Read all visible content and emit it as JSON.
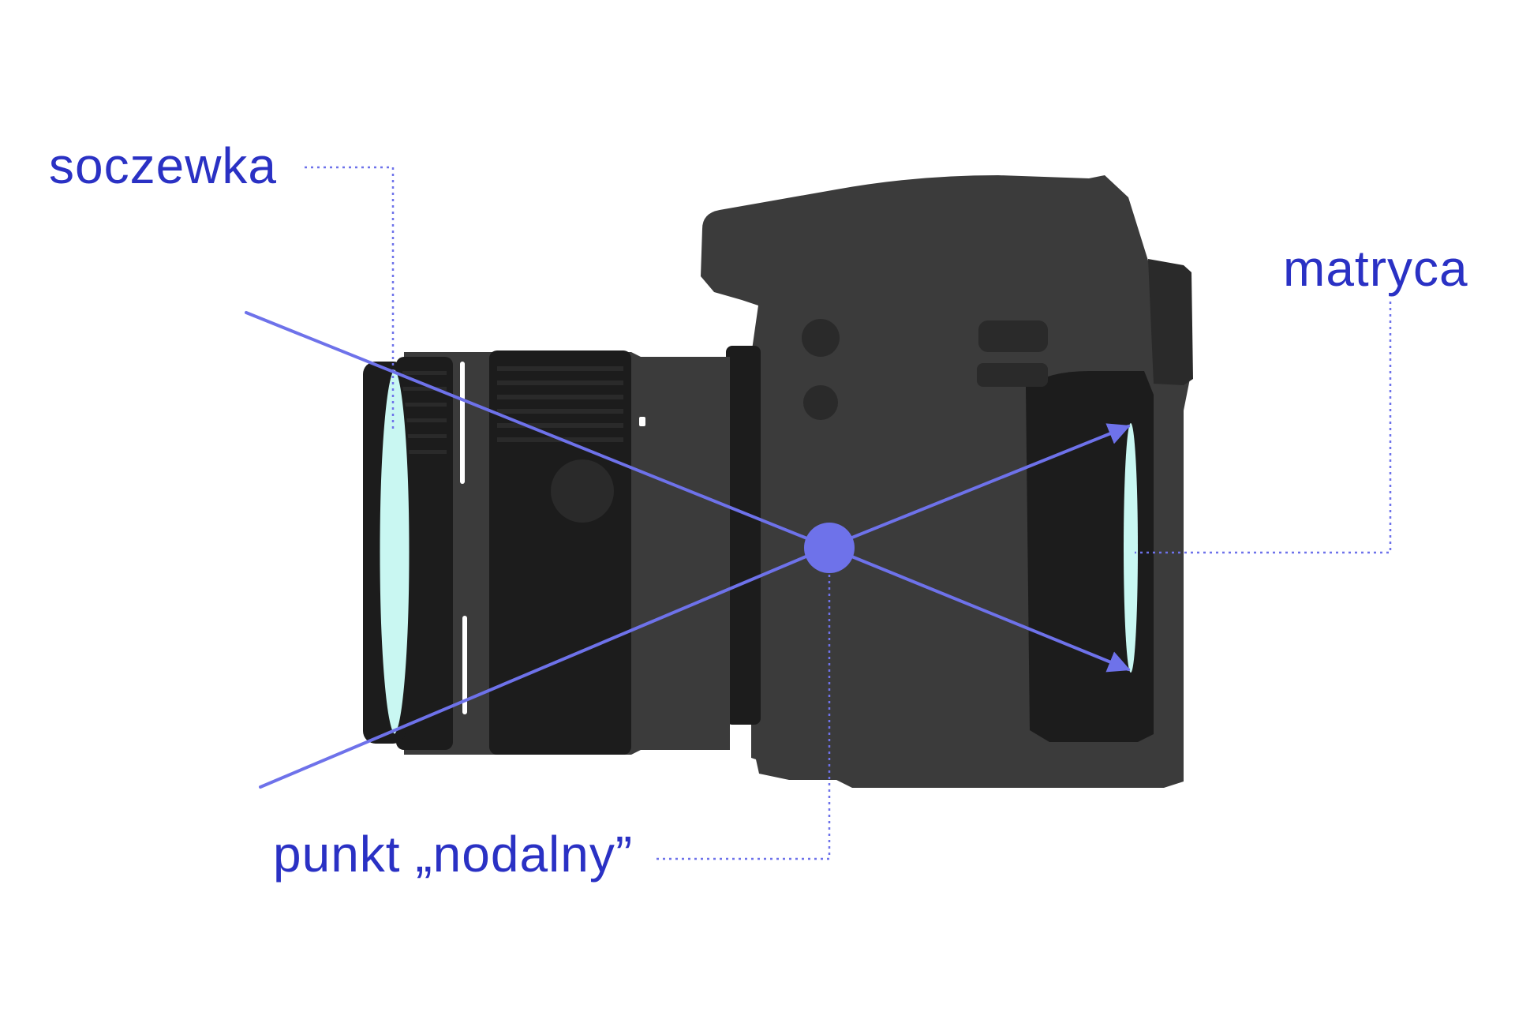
{
  "labels": {
    "lens": "soczewka",
    "sensor": "matryca",
    "nodal_point": "punkt „nodalny”"
  },
  "colors": {
    "label_text": "#2a31c4",
    "ray": "#6e72ea",
    "leader_line": "#6e72ea",
    "nodal_dot": "#6e72ea",
    "lens_glass": "#c9f7f2",
    "camera_body": "#3b3b3b",
    "camera_dark": "#1c1c1c",
    "camera_mid": "#2a2a2a",
    "camera_marking": "#ffffff",
    "background": "#ffffff"
  },
  "icons": {
    "camera": "dslr-camera-side-view-icon"
  }
}
